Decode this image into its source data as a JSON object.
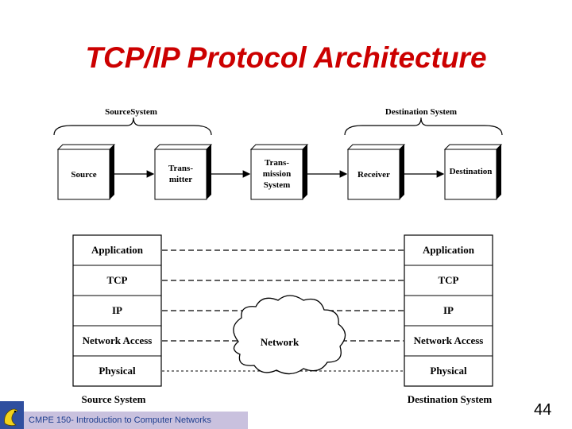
{
  "slide": {
    "title": "TCP/IP Protocol Architecture",
    "page_number": "44"
  },
  "footer": {
    "text": "CMPE 150- Introduction to Computer Networks"
  },
  "top_diagram": {
    "source_group_label": "SourceSystem",
    "destination_group_label": "Destination System",
    "boxes": [
      {
        "lines": [
          "Source"
        ]
      },
      {
        "lines": [
          "Trans-",
          "mitter"
        ]
      },
      {
        "lines": [
          "Trans-",
          "mission",
          "System"
        ]
      },
      {
        "lines": [
          "Receiver"
        ]
      },
      {
        "lines": [
          "Destination"
        ]
      }
    ]
  },
  "stack": {
    "layers": [
      "Application",
      "TCP",
      "IP",
      "Network Access",
      "Physical"
    ],
    "source_caption": "Source System",
    "destination_caption": "Destination System",
    "network_label": "Network"
  },
  "colors": {
    "title": "#cc0000",
    "footer_bar": "#c9c1de",
    "footer_text": "#1f3f8f"
  }
}
